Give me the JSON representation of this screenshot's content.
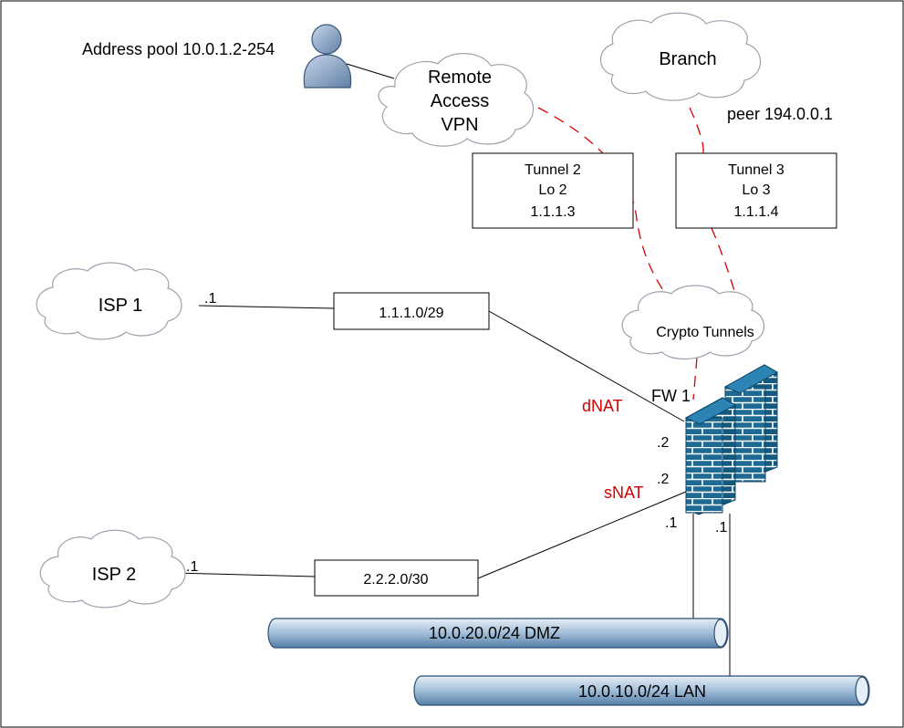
{
  "colors": {
    "accent_red": "#d40000",
    "firewall_blue": "#1d6a94",
    "pipe_blue": "#6c96bd"
  },
  "user": {
    "address_pool": "Address pool 10.0.1.2-254",
    "icon": "user-icon"
  },
  "clouds": {
    "remote_access": [
      "Remote",
      "Access",
      "VPN"
    ],
    "branch": "Branch",
    "isp1": "ISP 1",
    "isp2": "ISP 2",
    "crypto": "Crypto Tunnels"
  },
  "peer": "peer 194.0.0.1",
  "tunnel2": [
    "Tunnel 2",
    "Lo 2",
    "1.1.1.3"
  ],
  "tunnel3": [
    "Tunnel 3",
    "Lo 3",
    "1.1.1.4"
  ],
  "subnets": {
    "isp1": "1.1.1.0/29",
    "isp2": "2.2.2.0/30"
  },
  "labels": {
    "isp1_if": ".1",
    "isp2_if": ".1",
    "fw": "FW 1",
    "dnat": "dNAT",
    "snat": "sNAT",
    "fw_if_isp1": ".2",
    "fw_if_isp2": ".2",
    "fw_if_dmz": ".1",
    "fw_if_lan": ".1"
  },
  "networks": {
    "dmz": "10.0.20.0/24 DMZ",
    "lan": "10.0.10.0/24 LAN"
  }
}
